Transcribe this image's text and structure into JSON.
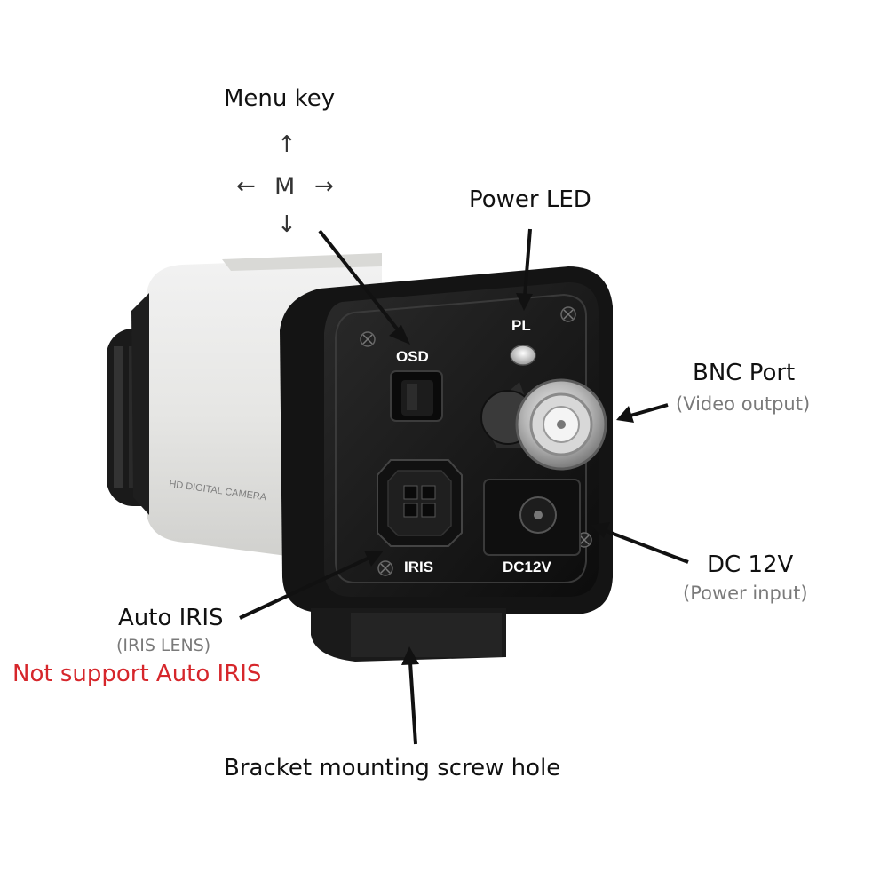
{
  "labels": {
    "menu_key": "Menu key",
    "menu_center": "M",
    "arrow_up": "↑",
    "arrow_down": "↓",
    "arrow_left": "←",
    "arrow_right": "→",
    "power_led": "Power LED",
    "bnc_port": "BNC Port",
    "bnc_sub": "(Video output)",
    "dc12v": "DC 12V",
    "dc12v_sub": "(Power input)",
    "auto_iris": "Auto IRIS",
    "auto_iris_sub": "(IRIS LENS)",
    "auto_iris_note": "Not support Auto IRIS",
    "bracket": "Bracket mounting screw hole"
  },
  "panel": {
    "osd": "OSD",
    "pl": "PL",
    "iris": "IRIS",
    "dc": "DC12V",
    "body_print": "HD DIGITAL CAMERA"
  },
  "colors": {
    "note_red": "#d6262b",
    "sub_gray": "#7a7a7a"
  }
}
